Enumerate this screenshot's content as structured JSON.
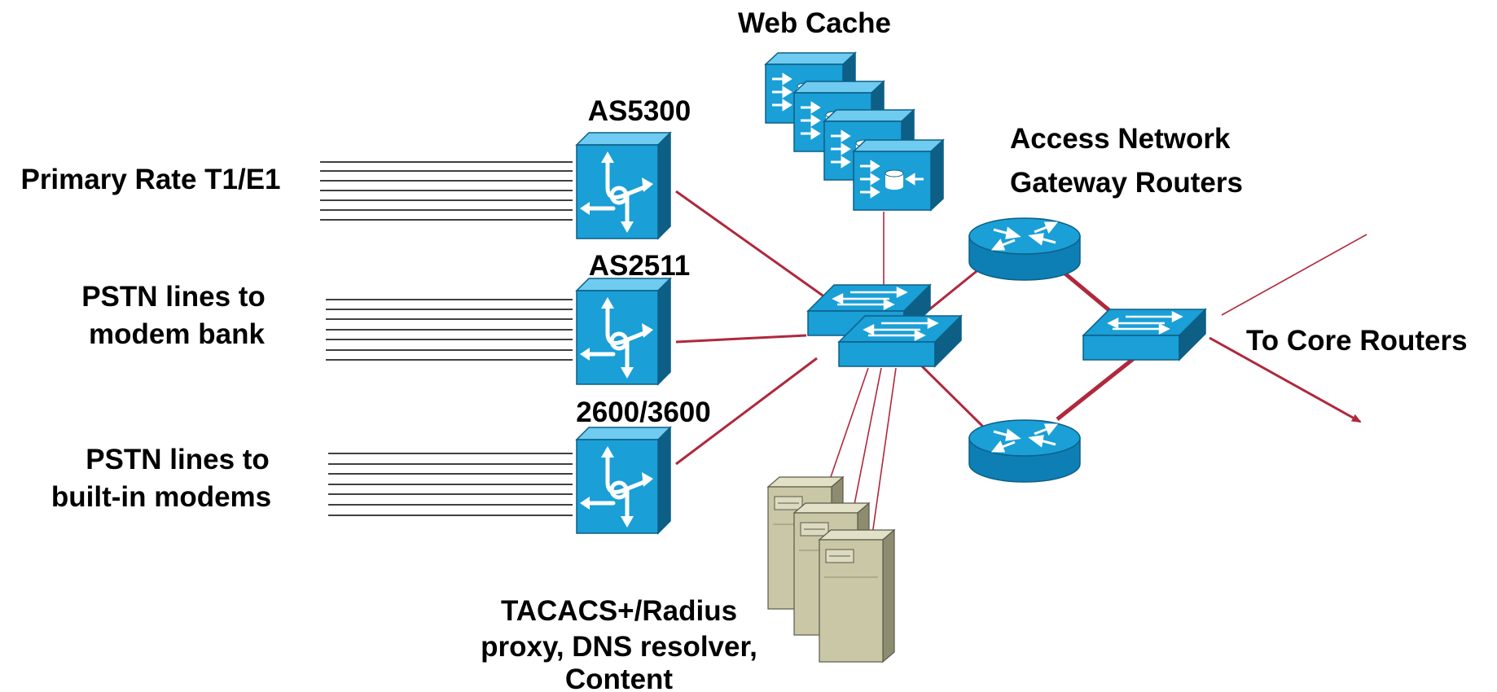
{
  "diagram": {
    "labels": {
      "web_cache": "Web Cache",
      "as5300": "AS5300",
      "as2511": "AS2511",
      "r2600_3600": "2600/3600",
      "primary_rate": "Primary Rate T1/E1",
      "pstn_modem_bank_1": "PSTN lines to",
      "pstn_modem_bank_2": "modem bank",
      "pstn_builtin_1": "PSTN lines to",
      "pstn_builtin_2": "built-in modems",
      "access_gw_1": "Access Network",
      "access_gw_2": "Gateway Routers",
      "core": "To Core Routers",
      "servers_1": "TACACS+/Radius",
      "servers_2": "proxy, DNS resolver,",
      "servers_3": "Content"
    },
    "colors": {
      "device_blue": "#1a9fd6",
      "device_dark": "#0d5f86",
      "device_light": "#6fcbef",
      "server_beige": "#c9c7a6",
      "link_red": "#b0283c",
      "line_black": "#000000"
    },
    "icons": {
      "access_server": "access-server-icon",
      "web_cache": "web-cache-icon",
      "switch": "workgroup-switch-icon",
      "router": "router-icon",
      "server": "server-tower-icon"
    }
  }
}
